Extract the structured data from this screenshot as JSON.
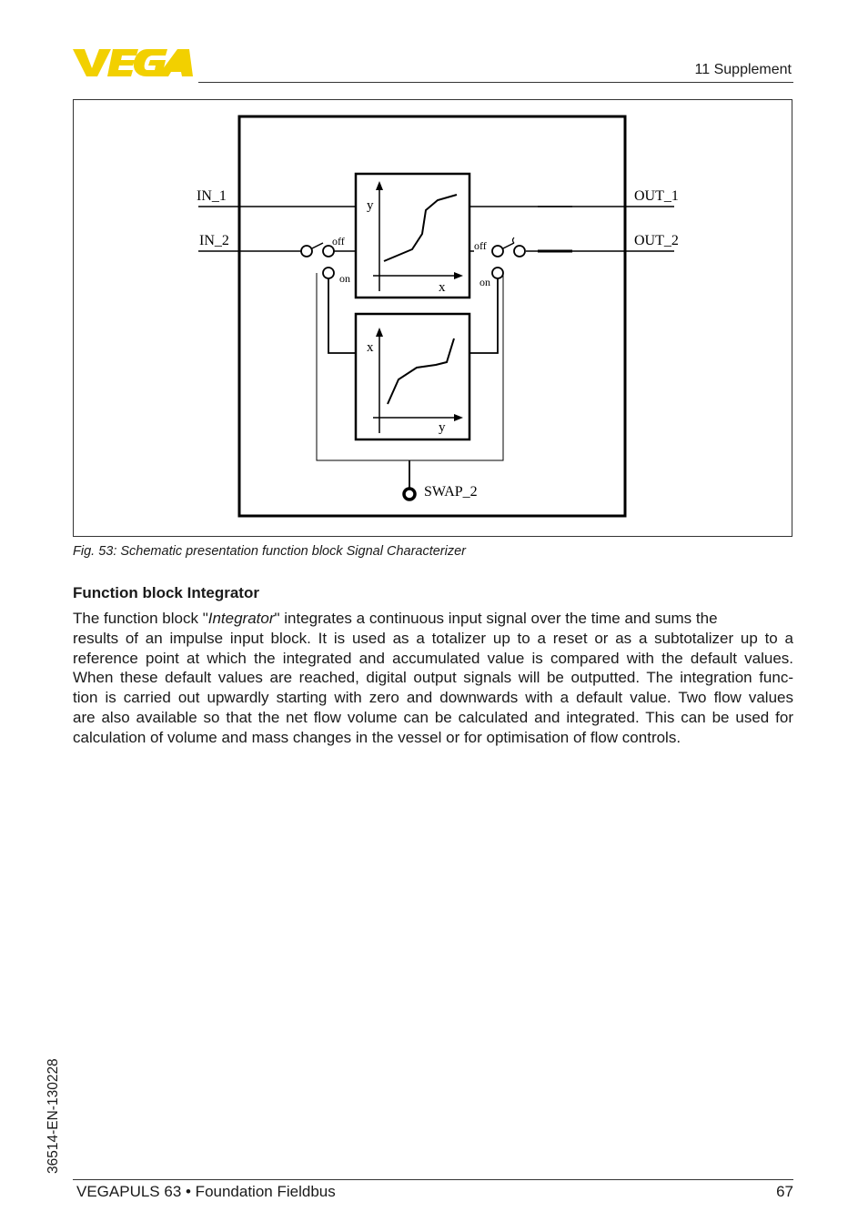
{
  "header": {
    "logo_text": "VEGA",
    "logo_color": "#f2d000",
    "section": "11 Supplement"
  },
  "figure": {
    "caption": "Fig. 53: Schematic presentation function block Signal Characterizer",
    "labels": {
      "in_1": "IN_1",
      "in_2": "IN_2",
      "out_1": "OUT_1",
      "out_2": "OUT_2",
      "swap": "SWAP_2",
      "left_switch_off": "off",
      "left_switch_on": "on",
      "right_switch_off": "off",
      "right_switch_on": "on",
      "upper_y_axis": "y",
      "upper_x_axis": "x",
      "lower_y_axis": "x",
      "lower_x_axis": "y"
    }
  },
  "section": {
    "heading": "Function block Integrator",
    "line_1_before": "The function block \"",
    "line_1_italic": "Integrator",
    "line_1_after": "\" integrates a continuous input signal over the time and sums the",
    "lines": [
      "results of an impulse input block. It is used as a totalizer up to a reset or as a subtotalizer up to a",
      "reference point at which the integrated and accumulated value is compared with the default values.",
      "When these default values are reached, digital output signals will be outputted. The integration func-",
      "tion is carried out upwardly starting with zero and downwards with a default value. Two flow values",
      "are also available so that the net flow volume can be calculated and integrated. This can be used for",
      "calculation of volume and mass changes in the vessel or for optimisation of flow controls."
    ]
  },
  "footer": {
    "doc_id": "36514-EN-130228",
    "product": "VEGAPULS 63 • Foundation Fieldbus",
    "page_number": "67"
  }
}
